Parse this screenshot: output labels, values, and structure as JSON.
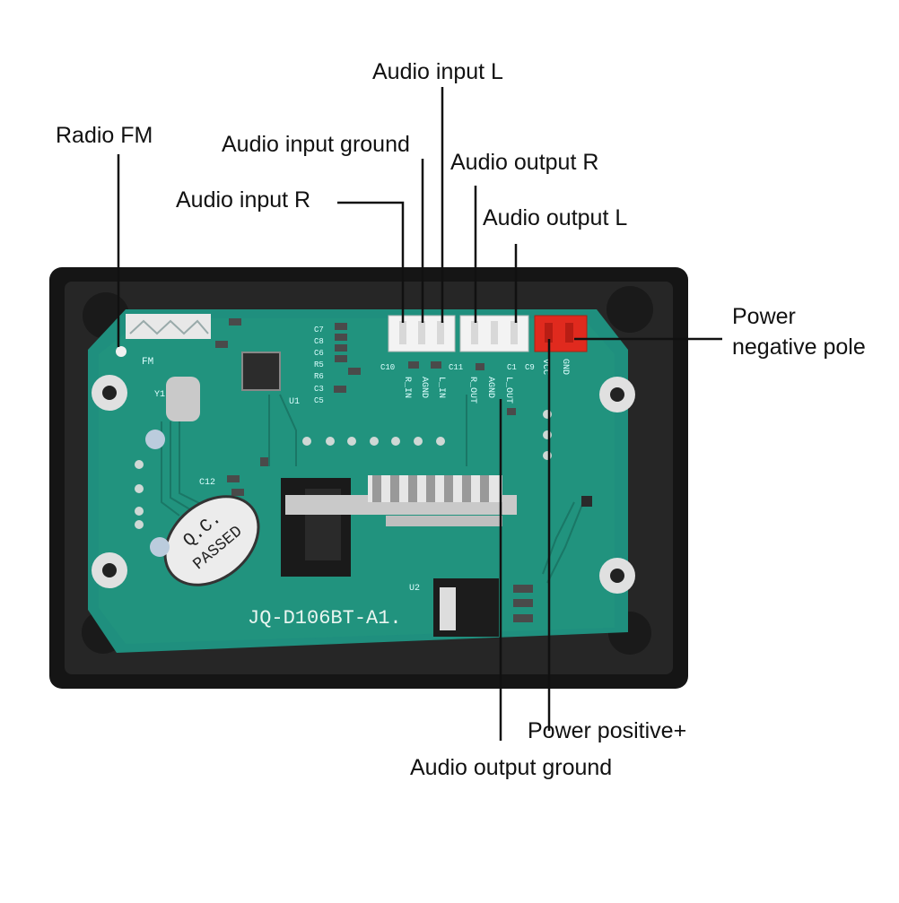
{
  "diagram": {
    "callouts": {
      "radio_fm": "Radio FM",
      "audio_input_l": "Audio input L",
      "audio_input_ground": "Audio input ground",
      "audio_input_r": "Audio input R",
      "audio_output_r": "Audio output R",
      "audio_output_l": "Audio output L",
      "power_negative_line1": "Power",
      "power_negative_line2": "negative pole",
      "power_positive": "Power positive+",
      "audio_output_ground": "Audio output ground"
    },
    "board": {
      "model": "JQ-D106BT-A1.",
      "stamp_line1": "Q.C.",
      "stamp_line2": "PASSED",
      "fm_label": "FM",
      "pin_labels": [
        "R_IN",
        "AGND",
        "L_IN",
        "R_OUT",
        "AGND",
        "L_OUT",
        "VCC",
        "GND"
      ],
      "component_labels": [
        "C10",
        "C11",
        "C9",
        "C1",
        "Y1",
        "U1",
        "C12",
        "U2",
        "C7",
        "C8",
        "C6",
        "R5",
        "R6",
        "C3",
        "C5"
      ]
    },
    "colors": {
      "pcb": "#1f8f7e",
      "enclosure": "#161616",
      "power_connector": "#e02a1e",
      "line": "#111111"
    }
  }
}
